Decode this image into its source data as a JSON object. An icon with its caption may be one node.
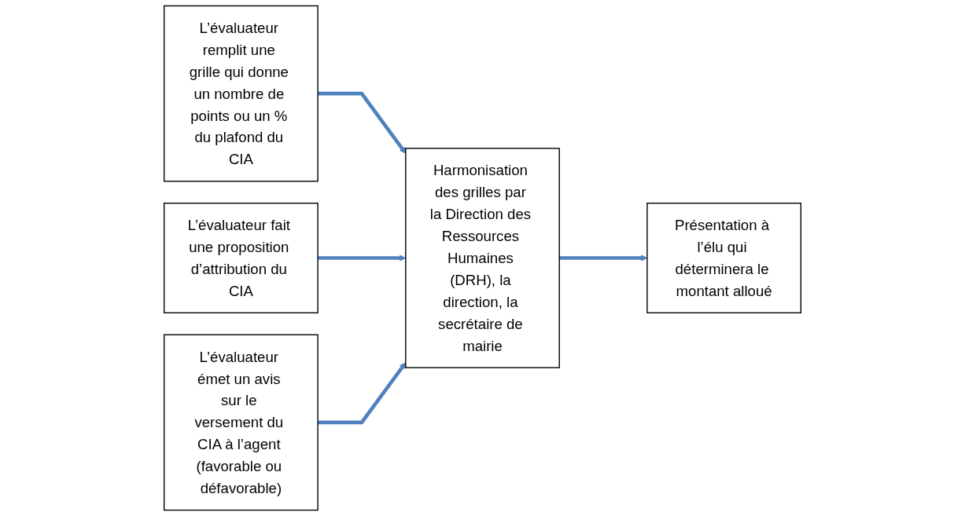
{
  "diagram": {
    "nodes": [
      {
        "text": [
          "L’évaluateur remplit une grille qui donne un nombre de points ou un % du plafond du CIA"
        ]
      },
      {
        "text": [
          "L’évaluateur fait une proposition d’attribution du CIA"
        ]
      },
      {
        "text": [
          "L’évaluateur émet un avis sur le versement du CIA à l’agent (favorable ou défavorable)"
        ]
      },
      {
        "text": [
          "Harmonisation des grilles par la Direction des Ressources Humaines (DRH), la direction, la secrétaire de mairie"
        ]
      },
      {
        "text": [
          "Présentation à l’élu qui déterminera le montant alloué"
        ]
      }
    ],
    "edges": [
      {
        "from": 0,
        "to": 3,
        "arrow": "to"
      },
      {
        "from": 1,
        "to": 3,
        "arrow": "to"
      },
      {
        "from": 2,
        "to": 3,
        "arrow": "to"
      },
      {
        "from": 3,
        "to": 4,
        "arrow": "to"
      }
    ]
  }
}
